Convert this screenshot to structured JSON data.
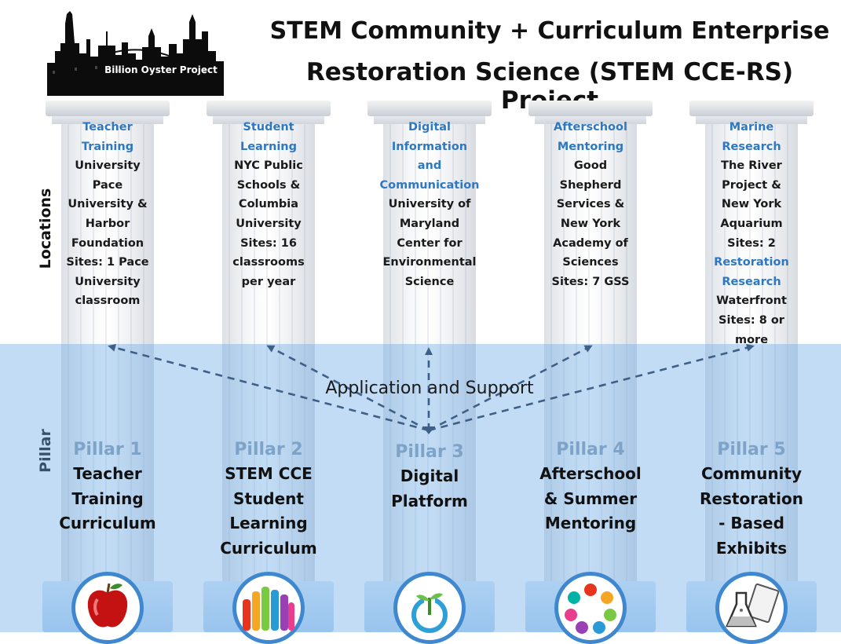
{
  "header": {
    "logo_text": "Billion Oyster Project",
    "title_line1": "STEM Community + Curriculum Enterprise",
    "title_line2": "Restoration Science (STEM CCE-RS) Project"
  },
  "side_labels": {
    "top": "Locations",
    "bottom": "Pillar"
  },
  "connector_label": "Application and Support",
  "pillars": [
    {
      "locations": [
        {
          "text": "Teacher",
          "cat": true
        },
        {
          "text": "Training",
          "cat": true
        },
        {
          "text": "University",
          "cat": false
        },
        {
          "text": "Pace",
          "cat": false
        },
        {
          "text": "University &",
          "cat": false
        },
        {
          "text": "Harbor",
          "cat": false
        },
        {
          "text": "Foundation",
          "cat": false
        },
        {
          "text": "Sites: 1 Pace",
          "cat": false
        },
        {
          "text": "University",
          "cat": false
        },
        {
          "text": "classroom",
          "cat": false
        }
      ],
      "number": "Pillar 1",
      "desc": [
        "Teacher",
        "Training",
        "Curriculum"
      ],
      "icon": "apple-icon"
    },
    {
      "locations": [
        {
          "text": "Student",
          "cat": true
        },
        {
          "text": "Learning",
          "cat": true
        },
        {
          "text": "NYC Public",
          "cat": false
        },
        {
          "text": "Schools &",
          "cat": false
        },
        {
          "text": "Columbia",
          "cat": false
        },
        {
          "text": "University",
          "cat": false
        },
        {
          "text": "Sites: 16",
          "cat": false
        },
        {
          "text": "classrooms",
          "cat": false
        },
        {
          "text": "per year",
          "cat": false
        }
      ],
      "number": "Pillar 2",
      "desc": [
        "STEM CCE",
        "Student",
        "Learning",
        "Curriculum"
      ],
      "icon": "raised-hands-icon"
    },
    {
      "locations": [
        {
          "text": "Digital",
          "cat": true
        },
        {
          "text": "Information",
          "cat": true
        },
        {
          "text": "and",
          "cat": true
        },
        {
          "text": "Communication",
          "cat": true
        },
        {
          "text": "University of",
          "cat": false
        },
        {
          "text": "Maryland",
          "cat": false
        },
        {
          "text": "Center for",
          "cat": false
        },
        {
          "text": "Environmental",
          "cat": false
        },
        {
          "text": "Science",
          "cat": false
        }
      ],
      "number": "Pillar 3",
      "desc": [
        "Digital",
        "Platform"
      ],
      "icon": "sprout-power-icon"
    },
    {
      "locations": [
        {
          "text": "Afterschool",
          "cat": true
        },
        {
          "text": "Mentoring",
          "cat": true
        },
        {
          "text": "Good",
          "cat": false
        },
        {
          "text": "Shepherd",
          "cat": false
        },
        {
          "text": "Services &",
          "cat": false
        },
        {
          "text": "New York",
          "cat": false
        },
        {
          "text": "Academy of",
          "cat": false
        },
        {
          "text": "Sciences",
          "cat": false
        },
        {
          "text": "Sites: 7 GSS",
          "cat": false
        }
      ],
      "number": "Pillar 4",
      "desc": [
        "Afterschool",
        "& Summer",
        "Mentoring"
      ],
      "icon": "hands-circle-icon"
    },
    {
      "locations": [
        {
          "text": "Marine",
          "cat": true
        },
        {
          "text": "Research",
          "cat": true
        },
        {
          "text": "The River",
          "cat": false
        },
        {
          "text": "Project &",
          "cat": false
        },
        {
          "text": "New York",
          "cat": false
        },
        {
          "text": "Aquarium",
          "cat": false
        },
        {
          "text": "Sites: 2",
          "cat": false
        },
        {
          "text": "Restoration",
          "cat": true
        },
        {
          "text": "Research",
          "cat": true
        },
        {
          "text": "Waterfront",
          "cat": false
        },
        {
          "text": "Sites: 8 or",
          "cat": false
        },
        {
          "text": "more",
          "cat": false
        }
      ],
      "number": "Pillar 5",
      "desc": [
        "Community",
        "Restoration",
        "- Based",
        "Exhibits"
      ],
      "icon": "lab-flask-notebook-icon"
    }
  ],
  "colors": {
    "category_blue": "#2e78c2",
    "pillar_number": "#7da3c9",
    "band_blue": "#6eace8",
    "arrow": "#3e5f86"
  }
}
